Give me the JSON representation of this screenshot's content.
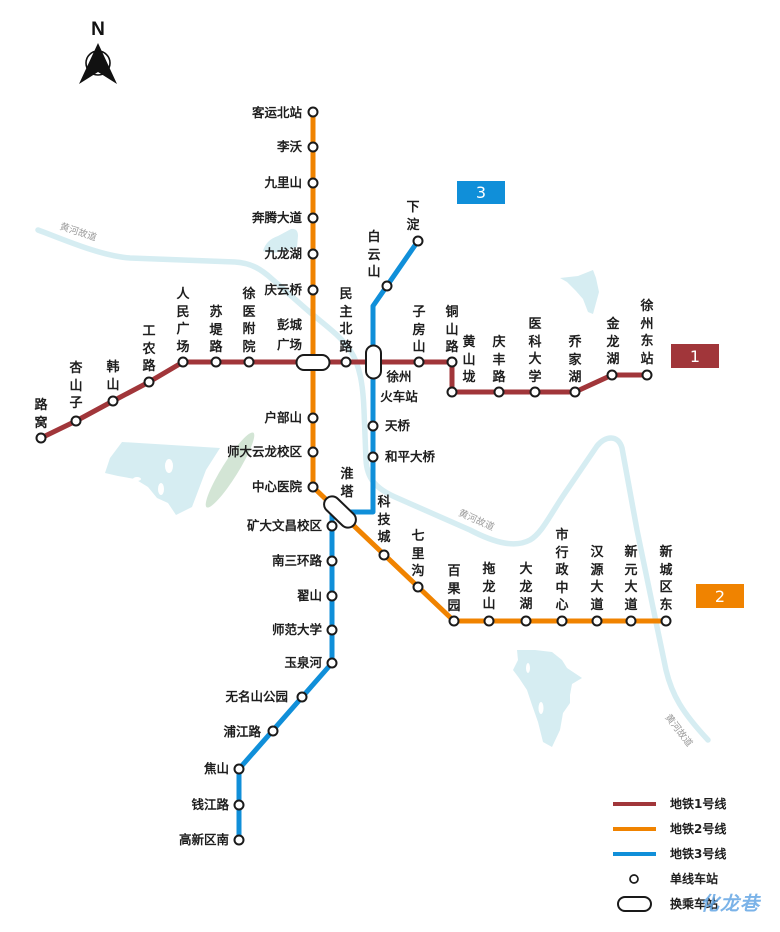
{
  "compass": {
    "label": "N"
  },
  "map_colors": {
    "water": "#d6edf2",
    "park": "#d3e5d5"
  },
  "lines": [
    {
      "badge": "1",
      "name": "地铁1号线",
      "color": "#a1363a",
      "stations": [
        "路窝",
        "杏山子",
        "韩山",
        "工农路",
        "人民广场",
        "苏堤路",
        "徐医附院",
        "彭城广场",
        "民主北路",
        "徐州火车站",
        "子房山",
        "铜山路",
        "黄山垅",
        "庆丰路",
        "医科大学",
        "乔家湖",
        "金龙湖",
        "徐州东站"
      ]
    },
    {
      "badge": "2",
      "name": "地铁2号线",
      "color": "#f08300",
      "stations": [
        "客运北站",
        "李沃",
        "九里山",
        "奔腾大道",
        "九龙湖",
        "庆云桥",
        "彭城广场",
        "户部山",
        "师大云龙校区",
        "中心医院",
        "淮塔",
        "科技城",
        "七里沟",
        "百果园",
        "拖龙山",
        "大龙湖",
        "市行政中心",
        "汉源大道",
        "新元大道",
        "新城区东"
      ]
    },
    {
      "badge": "3",
      "name": "地铁3号线",
      "color": "#108fd9",
      "stations": [
        "下淀",
        "白云山",
        "徐州火车站",
        "天桥",
        "和平大桥",
        "淮塔",
        "矿大文昌校区",
        "南三环路",
        "翟山",
        "师范大学",
        "玉泉河",
        "无名山公园",
        "浦江路",
        "焦山",
        "钱江路",
        "高新区南"
      ]
    }
  ],
  "interchanges": [
    {
      "name": "彭城广场",
      "lines": [
        "1",
        "2"
      ],
      "label_lines": [
        "彭城",
        "广场"
      ]
    },
    {
      "name": "徐州火车站",
      "lines": [
        "1",
        "3"
      ],
      "label_lines": [
        "徐州",
        "火车站"
      ]
    },
    {
      "name": "淮塔",
      "lines": [
        "2",
        "3"
      ]
    }
  ],
  "river_labels": [
    "黄河故道",
    "黄河故道",
    "黄河故道"
  ],
  "legend": {
    "items": [
      {
        "type": "line",
        "label": "地铁1号线"
      },
      {
        "type": "line",
        "label": "地铁2号线"
      },
      {
        "type": "line",
        "label": "地铁3号线"
      },
      {
        "type": "single-station",
        "label": "单线车站"
      },
      {
        "type": "interchange-station",
        "label": "换乘车站"
      }
    ]
  },
  "watermark": "化龙巷"
}
